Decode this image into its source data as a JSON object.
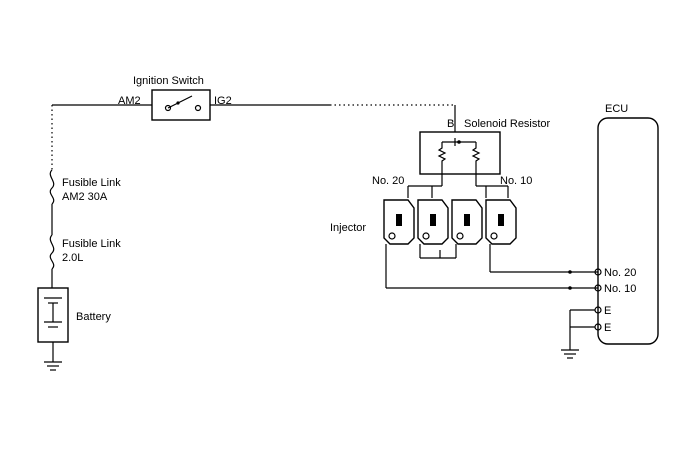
{
  "labels": {
    "ignition_switch": "Ignition Switch",
    "am2": "AM2",
    "ig2": "IG2",
    "fusible_link_1": "Fusible Link",
    "fusible_link_1_rating": "AM2 30A",
    "fusible_link_2": "Fusible Link",
    "fusible_link_2_rating": "2.0L",
    "battery": "Battery",
    "solenoid_b": "B",
    "solenoid_resistor": "Solenoid Resistor",
    "no20_top": "No. 20",
    "no10_top": "No. 10",
    "injector": "Injector",
    "ecu": "ECU",
    "ecu_no20": "No. 20",
    "ecu_no10": "No. 10",
    "ecu_e1": "E",
    "ecu_e2": "E"
  }
}
